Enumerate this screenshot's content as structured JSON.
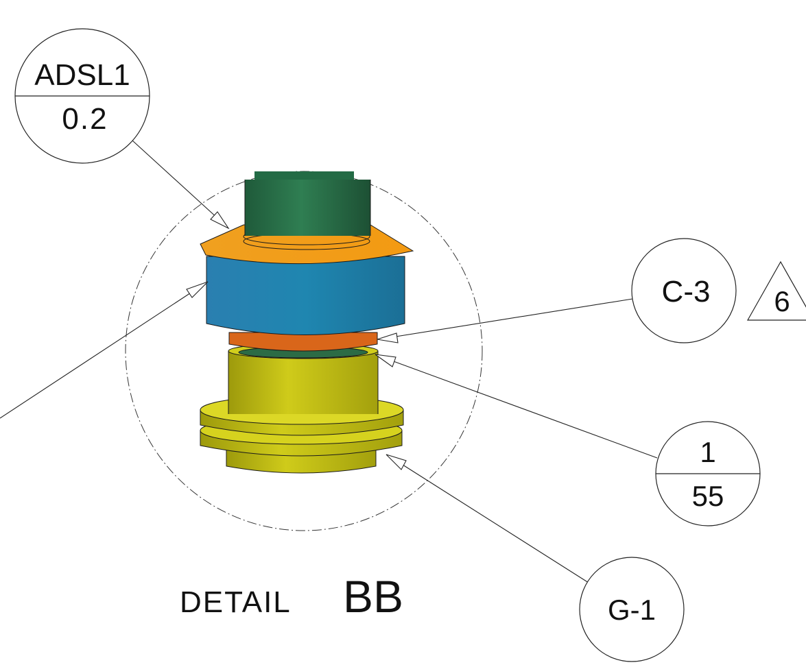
{
  "drawing": {
    "view_label": {
      "prefix": "DETAIL",
      "name": "BB"
    },
    "balloons": {
      "top_left": {
        "top": "ADSL1",
        "bottom": "0.2"
      },
      "right_upper": {
        "text": "C-3"
      },
      "right_middle": {
        "top": "1",
        "bottom": "55"
      },
      "right_lower": {
        "text": "G-1"
      }
    },
    "revision_triangle": {
      "text": "6"
    },
    "colors": {
      "shaft_green": "#2e7d4f",
      "flange_orange": "#f39a12",
      "band_blue": "#1f86b0",
      "ring_orange": "#d9661a",
      "bushing_yellow": "#c8c515"
    }
  }
}
